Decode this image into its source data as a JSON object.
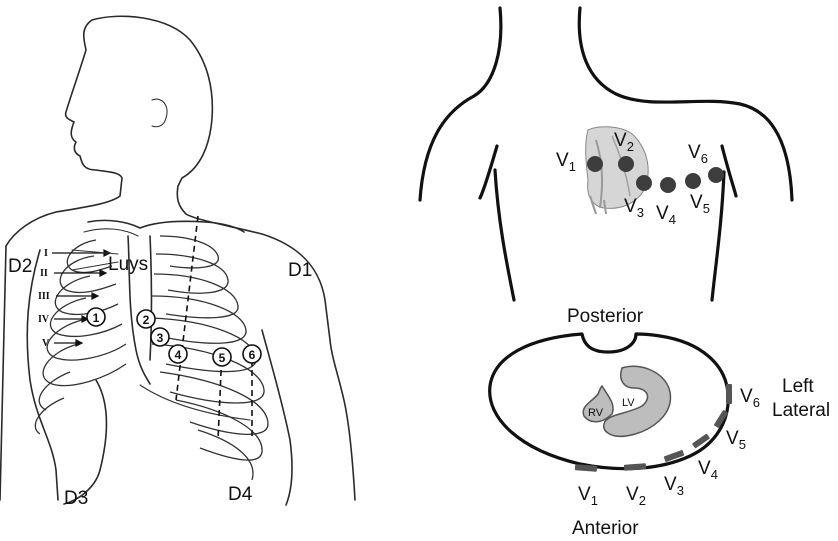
{
  "left_figure": {
    "labels": {
      "d1": "D1",
      "d2": "D2",
      "d3": "D3",
      "d4": "D4",
      "luys": "Luys"
    },
    "intercostal_spaces": [
      "I",
      "II",
      "III",
      "IV",
      "V"
    ],
    "electrodes": [
      "1",
      "2",
      "3",
      "4",
      "5",
      "6"
    ]
  },
  "upper_right_figure": {
    "leads": [
      {
        "name": "V",
        "sub": "1"
      },
      {
        "name": "V",
        "sub": "2"
      },
      {
        "name": "V",
        "sub": "3"
      },
      {
        "name": "V",
        "sub": "4"
      },
      {
        "name": "V",
        "sub": "5"
      },
      {
        "name": "V",
        "sub": "6"
      }
    ]
  },
  "lower_right_figure": {
    "posterior": "Posterior",
    "anterior": "Anterior",
    "left_lateral": [
      "Left",
      "Lateral"
    ],
    "rv": "RV",
    "lv": "LV",
    "leads": [
      {
        "name": "V",
        "sub": "1"
      },
      {
        "name": "V",
        "sub": "2"
      },
      {
        "name": "V",
        "sub": "3"
      },
      {
        "name": "V",
        "sub": "4"
      },
      {
        "name": "V",
        "sub": "5"
      },
      {
        "name": "V",
        "sub": "6"
      }
    ]
  },
  "colors": {
    "ink": "#111111",
    "electrode_dot": "#3d3d3d",
    "heart_fill": "#bdbdbd",
    "background": "#ffffff"
  }
}
